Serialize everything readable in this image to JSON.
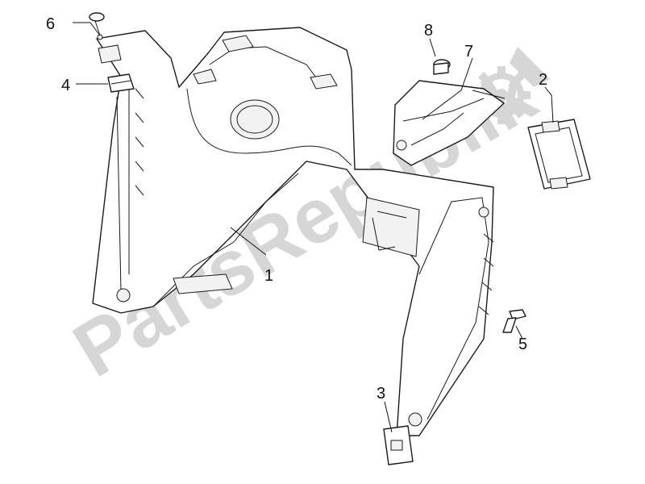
{
  "diagram": {
    "watermark": "PartsRepublik",
    "callouts": [
      {
        "id": "part-1",
        "label": "1"
      },
      {
        "id": "part-2",
        "label": "2"
      },
      {
        "id": "part-3",
        "label": "3"
      },
      {
        "id": "part-4",
        "label": "4"
      },
      {
        "id": "part-5",
        "label": "5"
      },
      {
        "id": "part-6",
        "label": "6"
      },
      {
        "id": "part-7",
        "label": "7"
      },
      {
        "id": "part-8",
        "label": "8"
      }
    ],
    "watermark_logo": "gear-icon"
  }
}
